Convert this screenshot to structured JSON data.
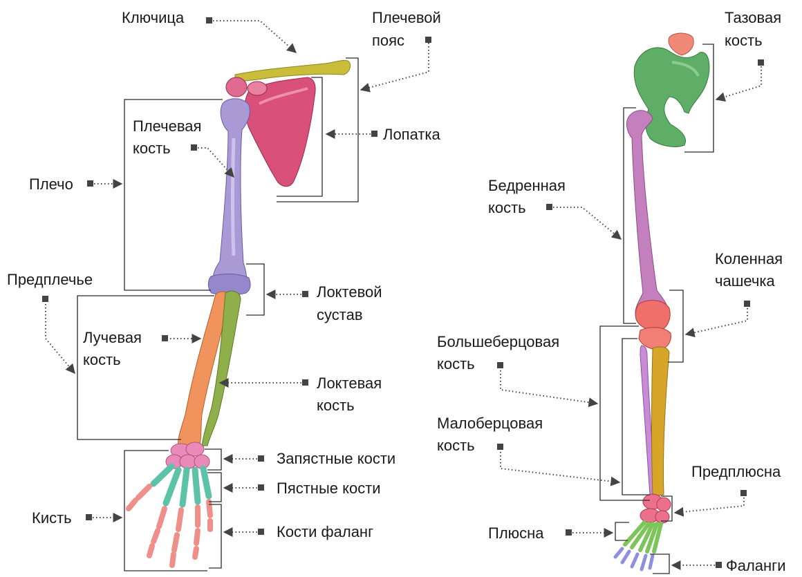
{
  "arm": {
    "clavicle": "Ключица",
    "shoulder_girdle": [
      "Плечевой",
      "пояс"
    ],
    "humerus": [
      "Плечевая",
      "кость"
    ],
    "scapula": "Лопатка",
    "upper_arm": "Плечо",
    "forearm": "Предплечье",
    "elbow_joint": [
      "Локтевой",
      "сустав"
    ],
    "radius": [
      "Лучевая",
      "кость"
    ],
    "ulna": [
      "Локтевая",
      "кость"
    ],
    "carpals": "Запястные кости",
    "metacarpals": "Пястные кости",
    "phalanges": "Кости фаланг",
    "hand": "Кисть"
  },
  "leg": {
    "pelvis": [
      "Тазовая",
      "кость"
    ],
    "femur": [
      "Бедренная",
      "кость"
    ],
    "patella": [
      "Коленная",
      "чашечка"
    ],
    "tibia": [
      "Большеберцовая",
      "кость"
    ],
    "fibula": [
      "Малоберцовая",
      "кость"
    ],
    "tarsus": "Предплюсна",
    "metatarsus": "Плюсна",
    "phalanges": "Фаланги"
  },
  "colors": {
    "clavicle": "#c9bd3a",
    "scapula": "#d9507a",
    "humerus": "#a99ad6",
    "radius": "#f0935d",
    "ulna": "#8faf4a",
    "carpals": "#ea8ab8",
    "metacarpals": "#5cc2a8",
    "phalanges": "#ee8f8a",
    "pelvis": "#5fae68",
    "femur": "#c47fbe",
    "patella": "#ef6f6a",
    "tibia": "#d7a528",
    "fibula": "#c98ad6",
    "tarsus": "#ec6f8c",
    "metatarsus": "#7dc45a",
    "toes": "#8f8fe0"
  }
}
